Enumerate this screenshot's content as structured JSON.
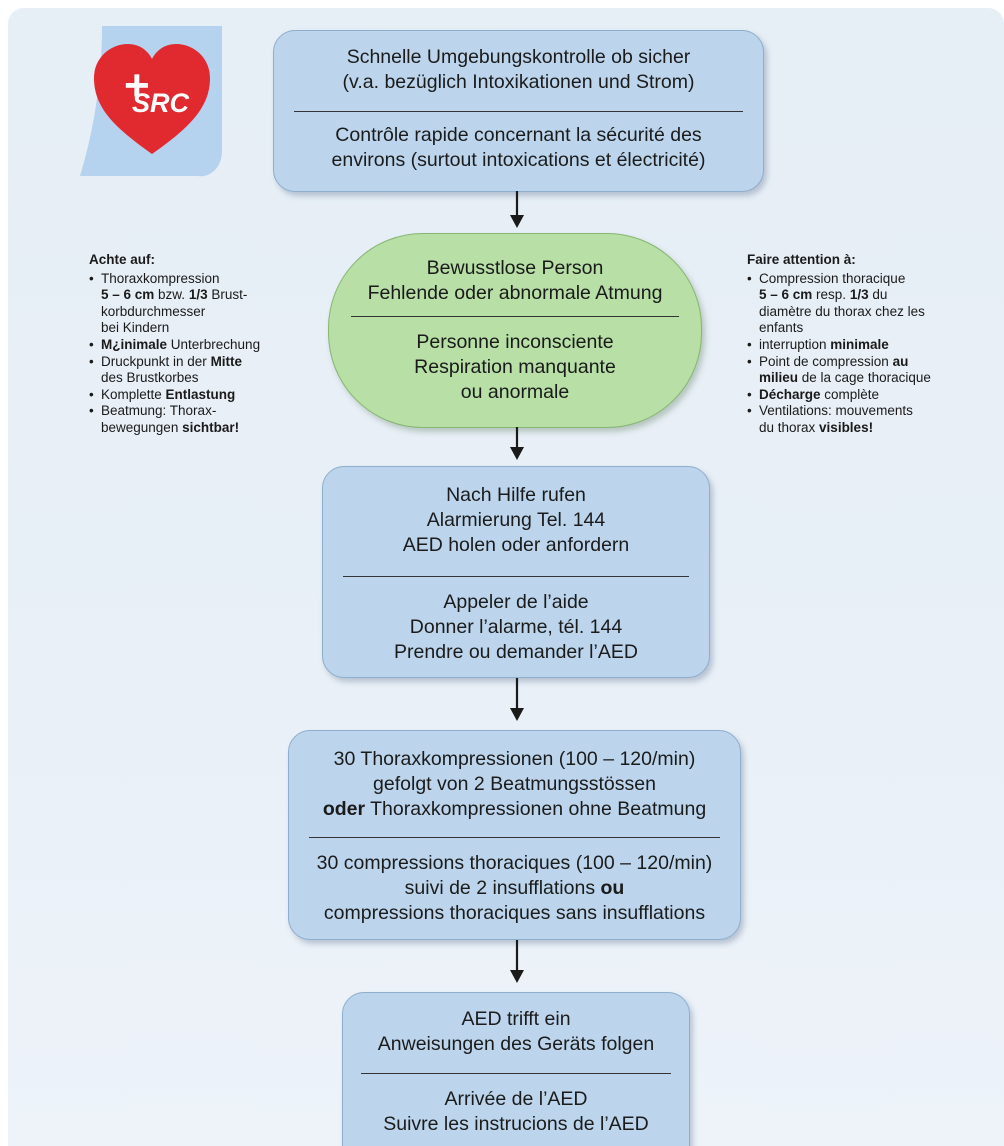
{
  "logo": {
    "text": "SRC",
    "cross": "+"
  },
  "box1": {
    "de": [
      "Schnelle Umgebungskontrolle ob sicher",
      "(v.a. bezüglich Intoxikationen und Strom)"
    ],
    "fr": [
      "Contrôle rapide concernant la sécurité des",
      "environs (surtout intoxications et électricité)"
    ]
  },
  "box2": {
    "de": [
      "Bewusstlose Person",
      "Fehlende oder abnormale Atmung"
    ],
    "fr": [
      "Personne inconsciente",
      "Respiration manquante",
      "ou anormale"
    ]
  },
  "box3": {
    "de": [
      "Nach Hilfe rufen",
      "Alarmierung Tel. 144",
      "AED holen oder anfordern"
    ],
    "fr": [
      "Appeler de l’aide",
      "Donner l’alarme, tél. 144",
      "Prendre ou demander l’AED"
    ]
  },
  "box4": {
    "de_line1": "30 Thoraxkompressionen (100 – 120/min)",
    "de_line2": "gefolgt von 2 Beatmungsstössen",
    "de_line3_bold": "oder",
    "de_line3_rest": " Thoraxkompressionen ohne Beatmung",
    "fr_line1": "30 compressions thoraciques (100 – 120/min)",
    "fr_line2_pre": "suivi de 2 insufflations ",
    "fr_line2_bold": "ou",
    "fr_line3": "compressions thoraciques sans insufflations"
  },
  "box5": {
    "de": [
      "AED trifft ein",
      "Anweisungen des Geräts folgen"
    ],
    "fr": [
      "Arrivée de l’AED",
      "Suivre les instrucions de l’AED"
    ]
  },
  "left_notes": {
    "title": "Achte auf:",
    "i1_l1": "Thoraxkompression",
    "i1_l2_b": "5 – 6 cm",
    "i1_l2_r": " bzw. ",
    "i1_frac": "1/3",
    "i1_l2_e": " Brust-",
    "i1_l3": "korbdurchmesser",
    "i1_l4": "bei Kindern",
    "i2_b": "M¿inimale",
    "i2_r": " Unterbrechung",
    "i3_l1": "Druckpunkt in der ",
    "i3_l1_b": "Mitte",
    "i3_l2": "des Brustkorbes",
    "i4_l1": "Komplette ",
    "i4_l1_b": "Entlastung",
    "i5_l1": "Beatmung: Thorax-",
    "i5_l2": "bewegungen ",
    "i5_l2_b": "sichtbar!"
  },
  "right_notes": {
    "title": "Faire attention à:",
    "i1_l1": "Compression thoracique",
    "i1_l2_b": "5 – 6 cm",
    "i1_l2_r": " resp. ",
    "i1_frac": "1/3",
    "i1_l2_e": " du",
    "i1_l3": "diamètre du thorax chez les",
    "i1_l4": "enfants",
    "i2_r": "interruption ",
    "i2_b": "minimale",
    "i3_l1": "Point de compression ",
    "i3_l1_b": "au",
    "i3_l2_b": "milieu",
    "i3_l2": " de la cage thoracique",
    "i4_b": "Décharge",
    "i4_r": " complète",
    "i5_l1": "Ventilations: mouvements",
    "i5_l2": "du thorax ",
    "i5_l2_b": "visibles!"
  },
  "colors": {
    "box_fill": "#bcd5ec",
    "oval_fill": "#b7dfa6",
    "logo_red": "#e02a2f",
    "logo_blue": "#b5d3ee"
  }
}
